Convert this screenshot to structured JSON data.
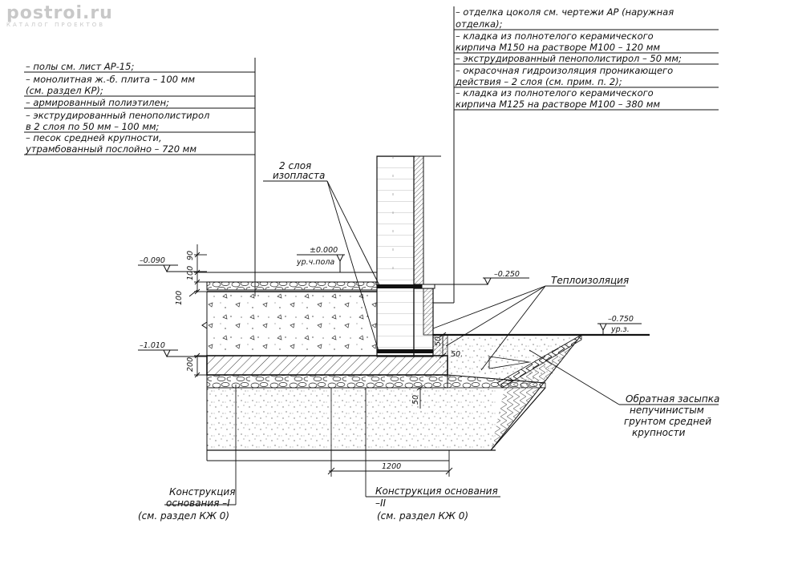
{
  "watermark": {
    "site": "postroi.ru",
    "tagline": "КАТАЛОГ ПРОЕКТОВ"
  },
  "floor_notes": [
    "– полы см. лист АР-15;",
    "– монолитная ж.-б. плита      – 100 мм",
    "(см. раздел КР);",
    "– армированный полиэтилен;",
    "– экструдированный пенополистирол",
    "в 2 слоя по 50 мм        – 100 мм;",
    "– песок средней крупности,",
    "утрамбованный послойно – 720 мм"
  ],
  "wall_notes": [
    "– отделка цоколя см. чертежи АР (наружная",
    "отделка);",
    "– кладка из полнотелого керамического",
    "кирпича М150 на растворе М100 – 120 мм",
    "– экструдированный пенополистирол – 50 мм;",
    "– окрасочная гидроизоляция проникающего",
    "действия – 2 слоя (см. прим. п. 2);",
    "– кладка из полнотелого керамического",
    "кирпича М125 на растворе М100 – 380 мм"
  ],
  "labels": {
    "izoplast_1": "2 слоя",
    "izoplast_2": "изопласта",
    "teploizol": "Теплоизоляция",
    "backfill_1": "Обратная засыпка",
    "backfill_2": "непучинистым",
    "backfill_3": "грунтом средней",
    "backfill_4": "крупности",
    "base1_1": "Конструкция",
    "base1_2": "основания –I",
    "base1_3": "(см. раздел КЖ 0)",
    "base2_1": "Конструкция основания",
    "base2_2": "–II",
    "base2_3": "(см. раздел КЖ 0)"
  },
  "levels": {
    "floor_zero": "±0.000",
    "floor_label": "ур.ч.пола",
    "m0090": "–0.090",
    "m0250": "–0.250",
    "m0750": "–0.750",
    "ground_label": "ур.з.",
    "m1010": "–1.010"
  },
  "dims": {
    "d90": "90",
    "d100a": "100",
    "d100b": "100",
    "d200": "200",
    "d50a": "50",
    "d50b": "50.",
    "d50c": "50",
    "d1200": "1200"
  }
}
